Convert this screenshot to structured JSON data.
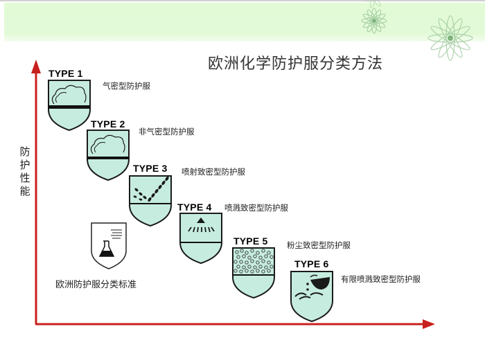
{
  "title": "欧洲化学防护服分类方法",
  "y_axis_label": "防护性能",
  "colors": {
    "axis": "#c8201e",
    "shield_fill": "#c6ece0",
    "shield_stroke": "#1a1a1a",
    "banner": "#e2fbd6"
  },
  "standard": {
    "label": "欧洲防护服分类标准",
    "icon": "chemical-flask-shield-icon"
  },
  "types": [
    {
      "label": "TYPE 1",
      "description": "气密型防护服",
      "icon": "gas-cloud-icon"
    },
    {
      "label": "TYPE 2",
      "description": "非气密型防护服",
      "icon": "gas-cloud-icon"
    },
    {
      "label": "TYPE 3",
      "description": "喷射致密型防护服",
      "icon": "liquid-jet-icon"
    },
    {
      "label": "TYPE 4",
      "description": "喷溅致密型防护服",
      "icon": "spray-icon"
    },
    {
      "label": "TYPE 5",
      "description": "粉尘致密型防护服",
      "icon": "dust-particles-icon"
    },
    {
      "label": "TYPE 6",
      "description": "有限喷溅致密型防护服",
      "icon": "pouring-splash-icon"
    }
  ]
}
